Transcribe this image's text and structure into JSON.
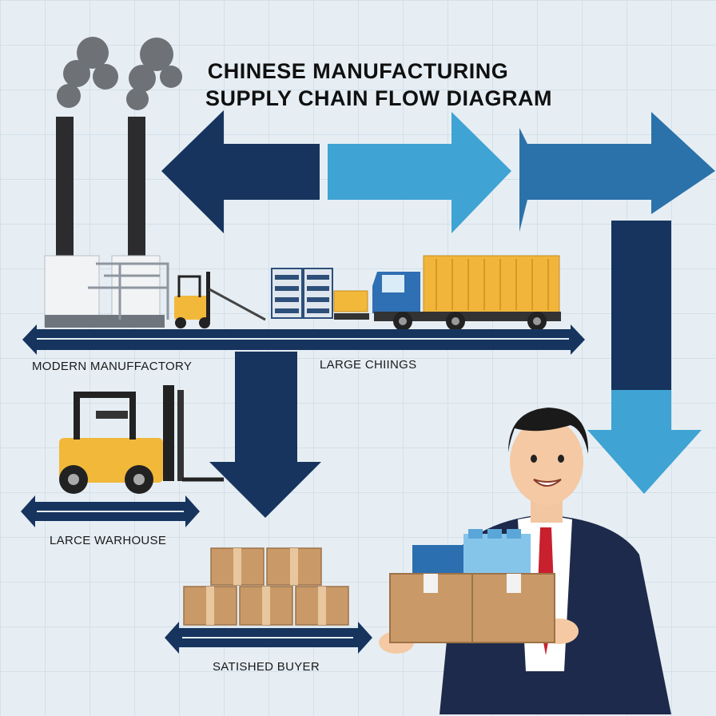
{
  "title": {
    "line1": "CHINESE MANUFACTURING",
    "line2": "SUPPLY CHAIN FLOW DIAGRAM"
  },
  "labels": {
    "factory": "MODERN MANUFFACTORY",
    "shipping": "LARGE CHIINGS",
    "warehouse": "LARCE WARHOUSE",
    "buyer": "SATISHED BUYER"
  },
  "colors": {
    "navy": "#16345e",
    "blue": "#2c72aa",
    "light_blue": "#3fa3d3",
    "container": "#f0b53a",
    "box": "#c99a68"
  }
}
